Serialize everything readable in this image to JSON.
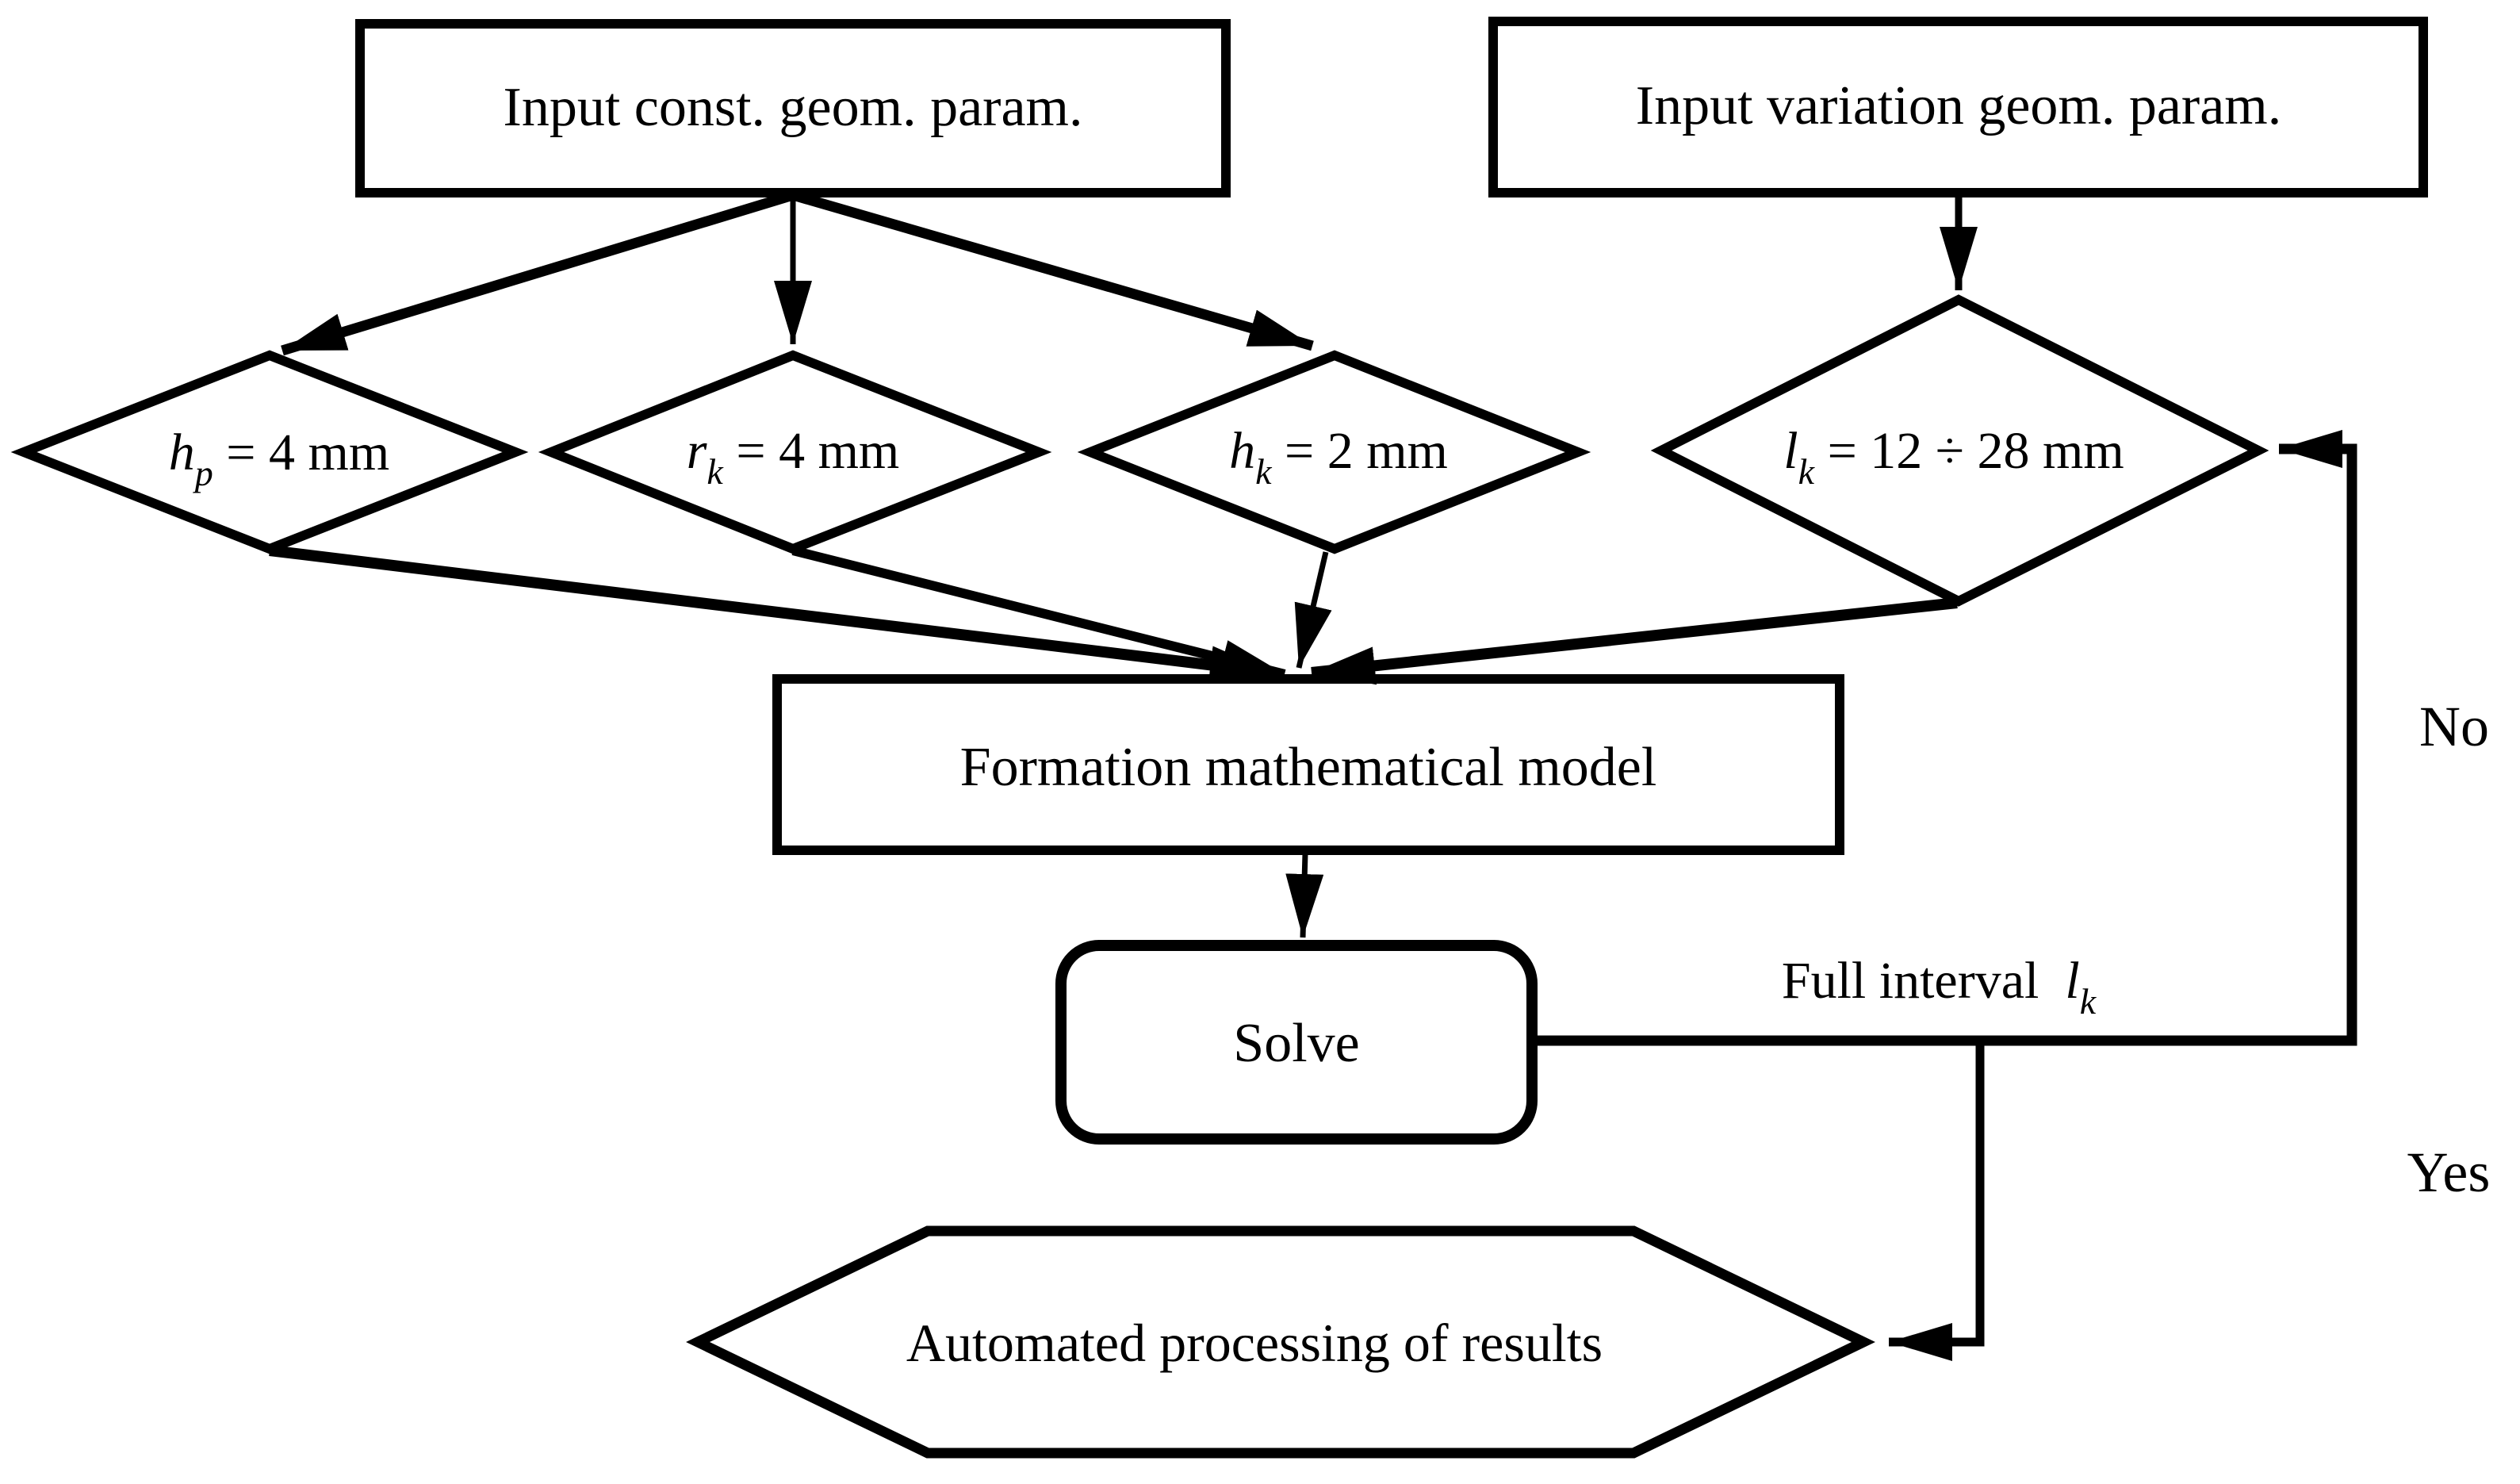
{
  "colors": {
    "ink": "#000000",
    "paper": "#ffffff"
  },
  "nodes": {
    "input_const": {
      "label": "Input const. geom. param."
    },
    "input_variation": {
      "label": "Input variation geom. param."
    },
    "d_hp": {
      "var": "h",
      "sub": "p",
      "rest": " = 4 mm"
    },
    "d_rk": {
      "var": "r",
      "sub": "k",
      "rest": " = 4 mm"
    },
    "d_hk": {
      "var": "h",
      "sub": "k",
      "rest": " = 2 mm"
    },
    "d_lk": {
      "var": "l",
      "sub": "k",
      "rest": " = 12 ÷ 28 mm"
    },
    "formation": {
      "label": "Formation mathematical model"
    },
    "solve": {
      "label": "Solve"
    },
    "processing": {
      "label": "Automated processing of results"
    }
  },
  "edge_labels": {
    "no": "No",
    "yes": "Yes",
    "full_interval": {
      "text": "Full interval  ",
      "var": "l",
      "sub": "k"
    }
  },
  "edges": [
    {
      "from": "input-const-box",
      "to": "diamond-hp"
    },
    {
      "from": "input-const-box",
      "to": "diamond-rk"
    },
    {
      "from": "input-const-box",
      "to": "diamond-hk"
    },
    {
      "from": "input-variation-box",
      "to": "diamond-lk"
    },
    {
      "from": "diamond-hp",
      "to": "formation-box"
    },
    {
      "from": "diamond-rk",
      "to": "formation-box"
    },
    {
      "from": "diamond-hk",
      "to": "formation-box"
    },
    {
      "from": "diamond-lk",
      "to": "formation-box"
    },
    {
      "from": "formation-box",
      "to": "solve-box"
    },
    {
      "from": "solve-box",
      "to": "diamond-lk",
      "label": "No"
    },
    {
      "from": "solve-box",
      "to": "processing-hexagon",
      "label": "Yes",
      "via_label": "Full interval l_k"
    }
  ]
}
